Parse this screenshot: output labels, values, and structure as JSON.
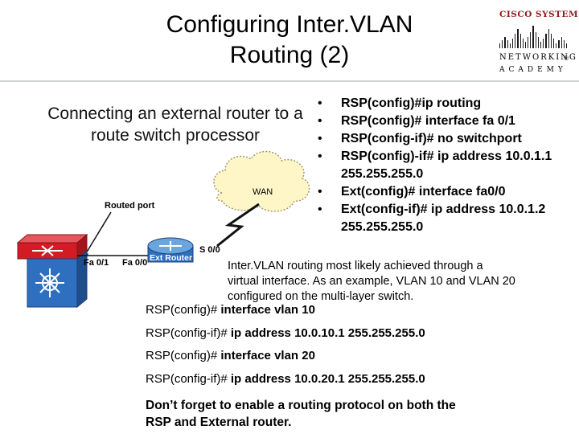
{
  "header": {
    "title_line1": "Configuring Inter.VLAN",
    "title_line2": "Routing (2)"
  },
  "logo": {
    "brand": "Cisco Systems",
    "line2": "Networking",
    "line3": "Academy",
    "tm": "®"
  },
  "diagram": {
    "subtitle_line1": "Connecting an external router to a",
    "subtitle_line2": "route switch processor",
    "wan_label": "WAN",
    "routed_port_label": "Routed port",
    "s00_label": "S 0/0",
    "fa01_label": "Fa 0/1",
    "fa00_label": "Fa 0/0",
    "ext_router_label": "Ext Router",
    "colors": {
      "switch_red": "#d21b25",
      "switch_blue": "#2e6fbf",
      "router_blue": "#3f86c8",
      "cloud_fill": "#fff6c8",
      "cloud_stroke": "#a19a70"
    }
  },
  "commands": [
    "RSP(config)#ip routing",
    "RSP(config)# interface fa 0/1",
    "RSP(config-if)# no switchport",
    "RSP(config)-if# ip address 10.0.1.1 255.255.255.0",
    "Ext(config)# interface fa0/0",
    "Ext(config-if)# ip address 10.0.1.2 255.255.255.0"
  ],
  "note": "Inter.VLAN routing most likely achieved through a virtual interface. As an example, VLAN 10 and VLAN 20 configured on the multi-layer switch.",
  "config_lines": [
    {
      "prefix": "RSP(config)# ",
      "cmd": "interface vlan 10"
    },
    {
      "prefix": "RSP(config-if)# ",
      "cmd": "ip address 10.0.10.1 255.255.255.0"
    },
    {
      "prefix": "RSP(config)# ",
      "cmd": "interface vlan 20"
    },
    {
      "prefix": "RSP(config-if)# ",
      "cmd": "ip address 10.0.20.1 255.255.255.0"
    }
  ],
  "final_note": "Don’t forget to enable a routing protocol on both the RSP and External router."
}
